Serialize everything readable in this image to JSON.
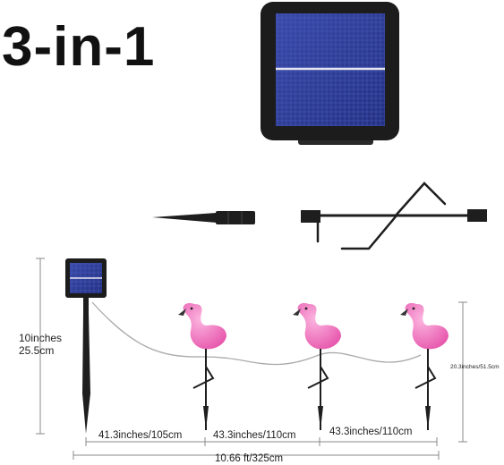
{
  "headline": "3-in-1",
  "dimensions": {
    "height_in": "10inches",
    "height_cm": "25.5cm",
    "segment_1": "41.3inches/105cm",
    "segment_2": "43.3inches/110cm",
    "segment_3": "43.3inches/110cm",
    "total_length": "10.66 ft/325cm",
    "flamingo_height": "20.3inches/51.5cm"
  },
  "colors": {
    "panel_blue": "#2c3a8c",
    "frame": "#1c1c1c",
    "flamingo_pink": "#f17cc2",
    "wire": "#aaaaaa",
    "dimension_line": "#888888"
  },
  "parts": [
    "solar-panel",
    "ground-stake",
    "flamingo-leg"
  ],
  "flamingo_count": 3
}
